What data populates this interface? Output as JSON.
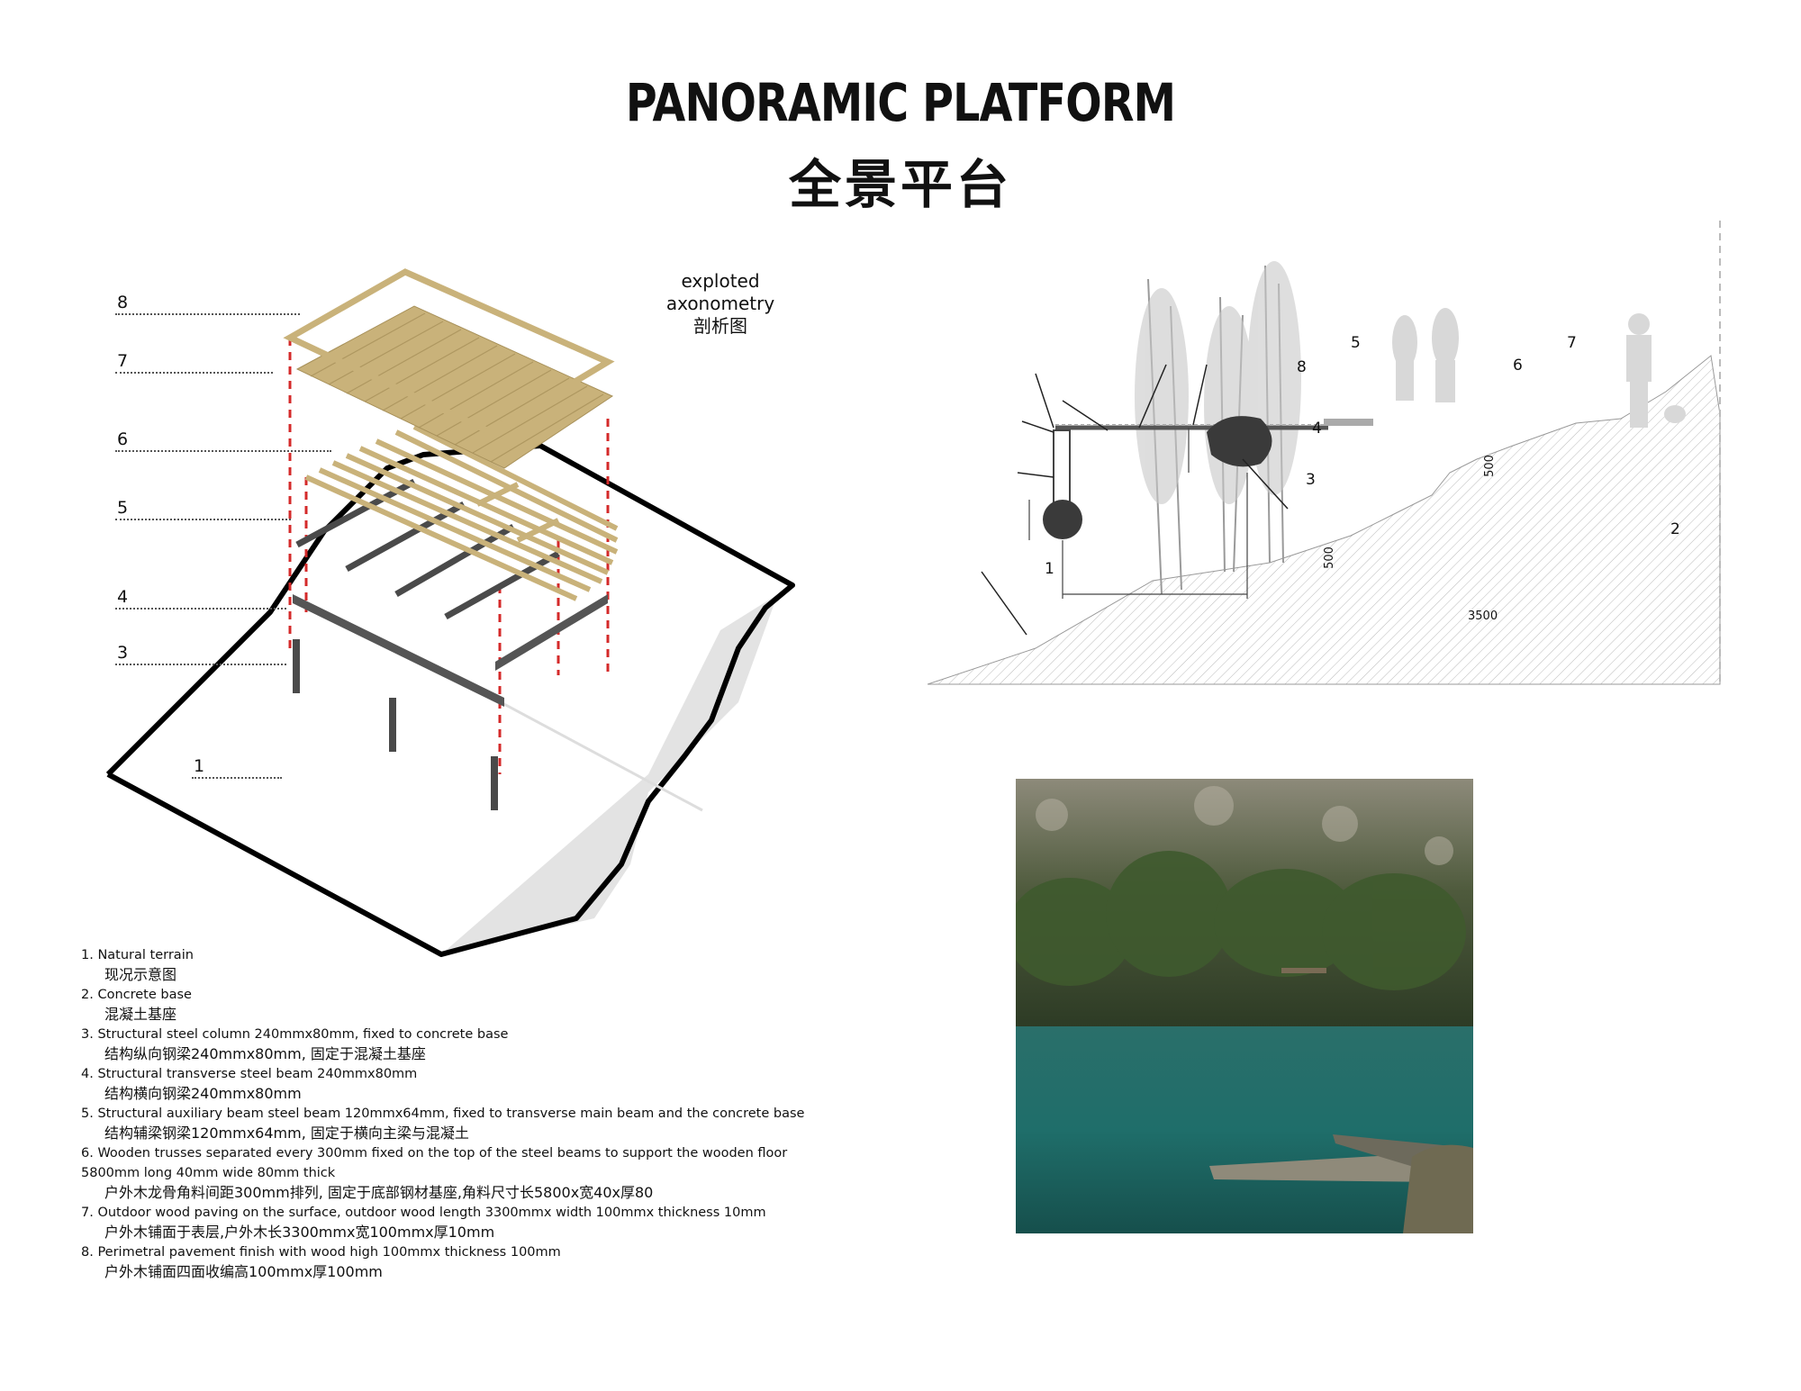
{
  "title": "PANORAMIC PLATFORM",
  "title_cn": "全景平台",
  "axonometry": {
    "caption_line1": "exploted",
    "caption_line2": "axonometry",
    "caption_cn": "剖析图",
    "callouts": [
      "8",
      "7",
      "6",
      "5",
      "4",
      "3",
      "1"
    ]
  },
  "section": {
    "callouts": {
      "c1": "1",
      "c2": "2",
      "c3": "3",
      "c4": "4",
      "c5": "5",
      "c6": "6",
      "c7": "7",
      "c8": "8"
    },
    "dimensions": {
      "d1": "500",
      "d2": "500",
      "d3": "3500"
    }
  },
  "legend": [
    {
      "en": "1.  Natural terrain",
      "cn": "现况示意图"
    },
    {
      "en": "2. Concrete base",
      "cn": "混凝土基座"
    },
    {
      "en": "3. Structural steel column 240mmx80mm, fixed to concrete base",
      "cn": "结构纵向钢梁240mmx80mm, 固定于混凝土基座"
    },
    {
      "en": "4. Structural transverse steel beam 240mmx80mm",
      "cn": "结构横向钢梁240mmx80mm"
    },
    {
      "en": "5. Structural auxiliary beam steel beam 120mmx64mm, fixed to transverse main beam and the concrete base",
      "cn": "结构辅梁钢梁120mmx64mm, 固定于横向主梁与混凝土"
    },
    {
      "en": "6. Wooden trusses separated every 300mm fixed on the top of the steel beams to support the wooden floor",
      "en2": "5800mm long 40mm wide 80mm thick",
      "cn": "户外木龙骨角料间距300mm排列, 固定于底部钢材基座,角料尺寸长5800x宽40x厚80"
    },
    {
      "en": "7. Outdoor wood paving on the surface, outdoor wood length 3300mmx width 100mmx thickness 10mm",
      "cn": "户外木铺面于表层,户外木长3300mmx宽100mmx厚10mm"
    },
    {
      "en": "8. Perimetral pavement finish with wood high 100mmx thickness 100mm",
      "cn": "户外木铺面四面收编高100mmx厚100mm"
    }
  ],
  "colors": {
    "wood": "#c9b27a",
    "wood_dark": "#a8915a",
    "steel": "#4a4a4a",
    "red_dash": "#d42a2a",
    "terrain": "#e6e6e6",
    "water": "#1f6e6a"
  }
}
